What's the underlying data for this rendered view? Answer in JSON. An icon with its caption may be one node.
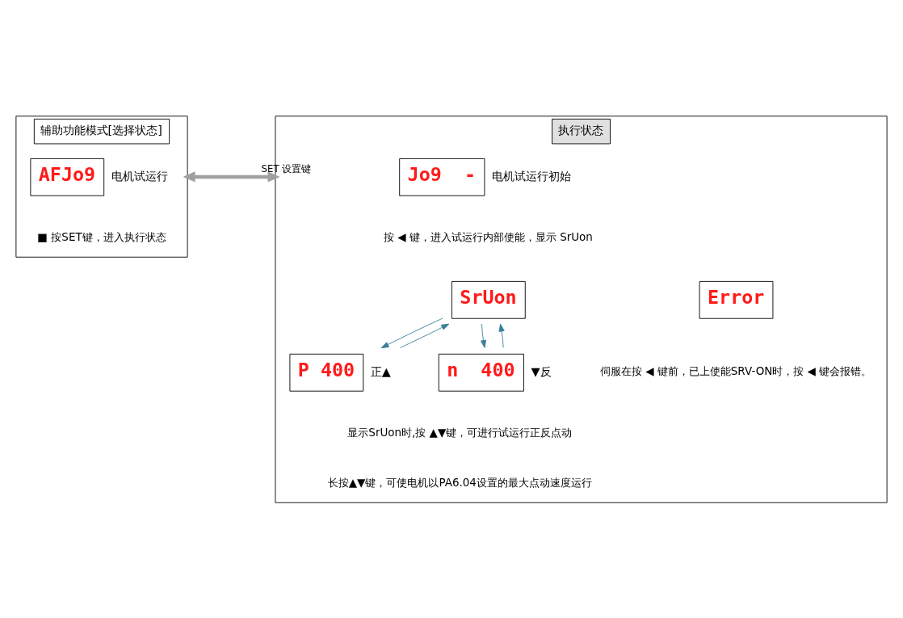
{
  "diagram": {
    "nodes": [
      {
        "text": [
          "辅助功能模式[选择状态]"
        ]
      },
      {
        "text": [
          "AFJo9"
        ],
        "in": 0,
        "beside": [
          "电机试运行"
        ]
      },
      {
        "text": [
          "执行状态"
        ]
      },
      {
        "text": [
          "Jo9  -"
        ],
        "in": 2,
        "beside": [
          "电机试运行初始"
        ]
      },
      {
        "text": [
          "SrUon"
        ],
        "in": 2
      },
      {
        "text": [
          "Error"
        ],
        "in": 2
      },
      {
        "text": [
          "P 400"
        ],
        "in": 2,
        "beside": [
          "正▲"
        ]
      },
      {
        "text": [
          "n  400"
        ],
        "in": 2,
        "beside": [
          "▼反"
        ]
      }
    ],
    "edges": [
      {
        "from": 0,
        "to": 2,
        "arrow": "both",
        "label": "SET 设置键",
        "style": "thick",
        "color": "#a0a0a0"
      },
      {
        "from": 6,
        "to": 4,
        "arrow": "to"
      },
      {
        "from": 7,
        "to": 4,
        "arrow": "to"
      },
      {
        "from": 4,
        "to": 6,
        "arrow": "to"
      },
      {
        "from": 4,
        "to": 7,
        "arrow": "to"
      }
    ],
    "labels": [
      "■ 按SET键，进入执行状态",
      "按 ◀ 键，进入试运行内部使能，显示 SrUon",
      "伺服在按 ◀ 键前，已上使能SRV-ON时，按 ◀ 键会报错。",
      "显示SrUon时,按 ▲▼键，可进行试运行正反点动",
      "长按▲▼键，可使电机以PA6.04设置的最大点动速度运行"
    ]
  }
}
